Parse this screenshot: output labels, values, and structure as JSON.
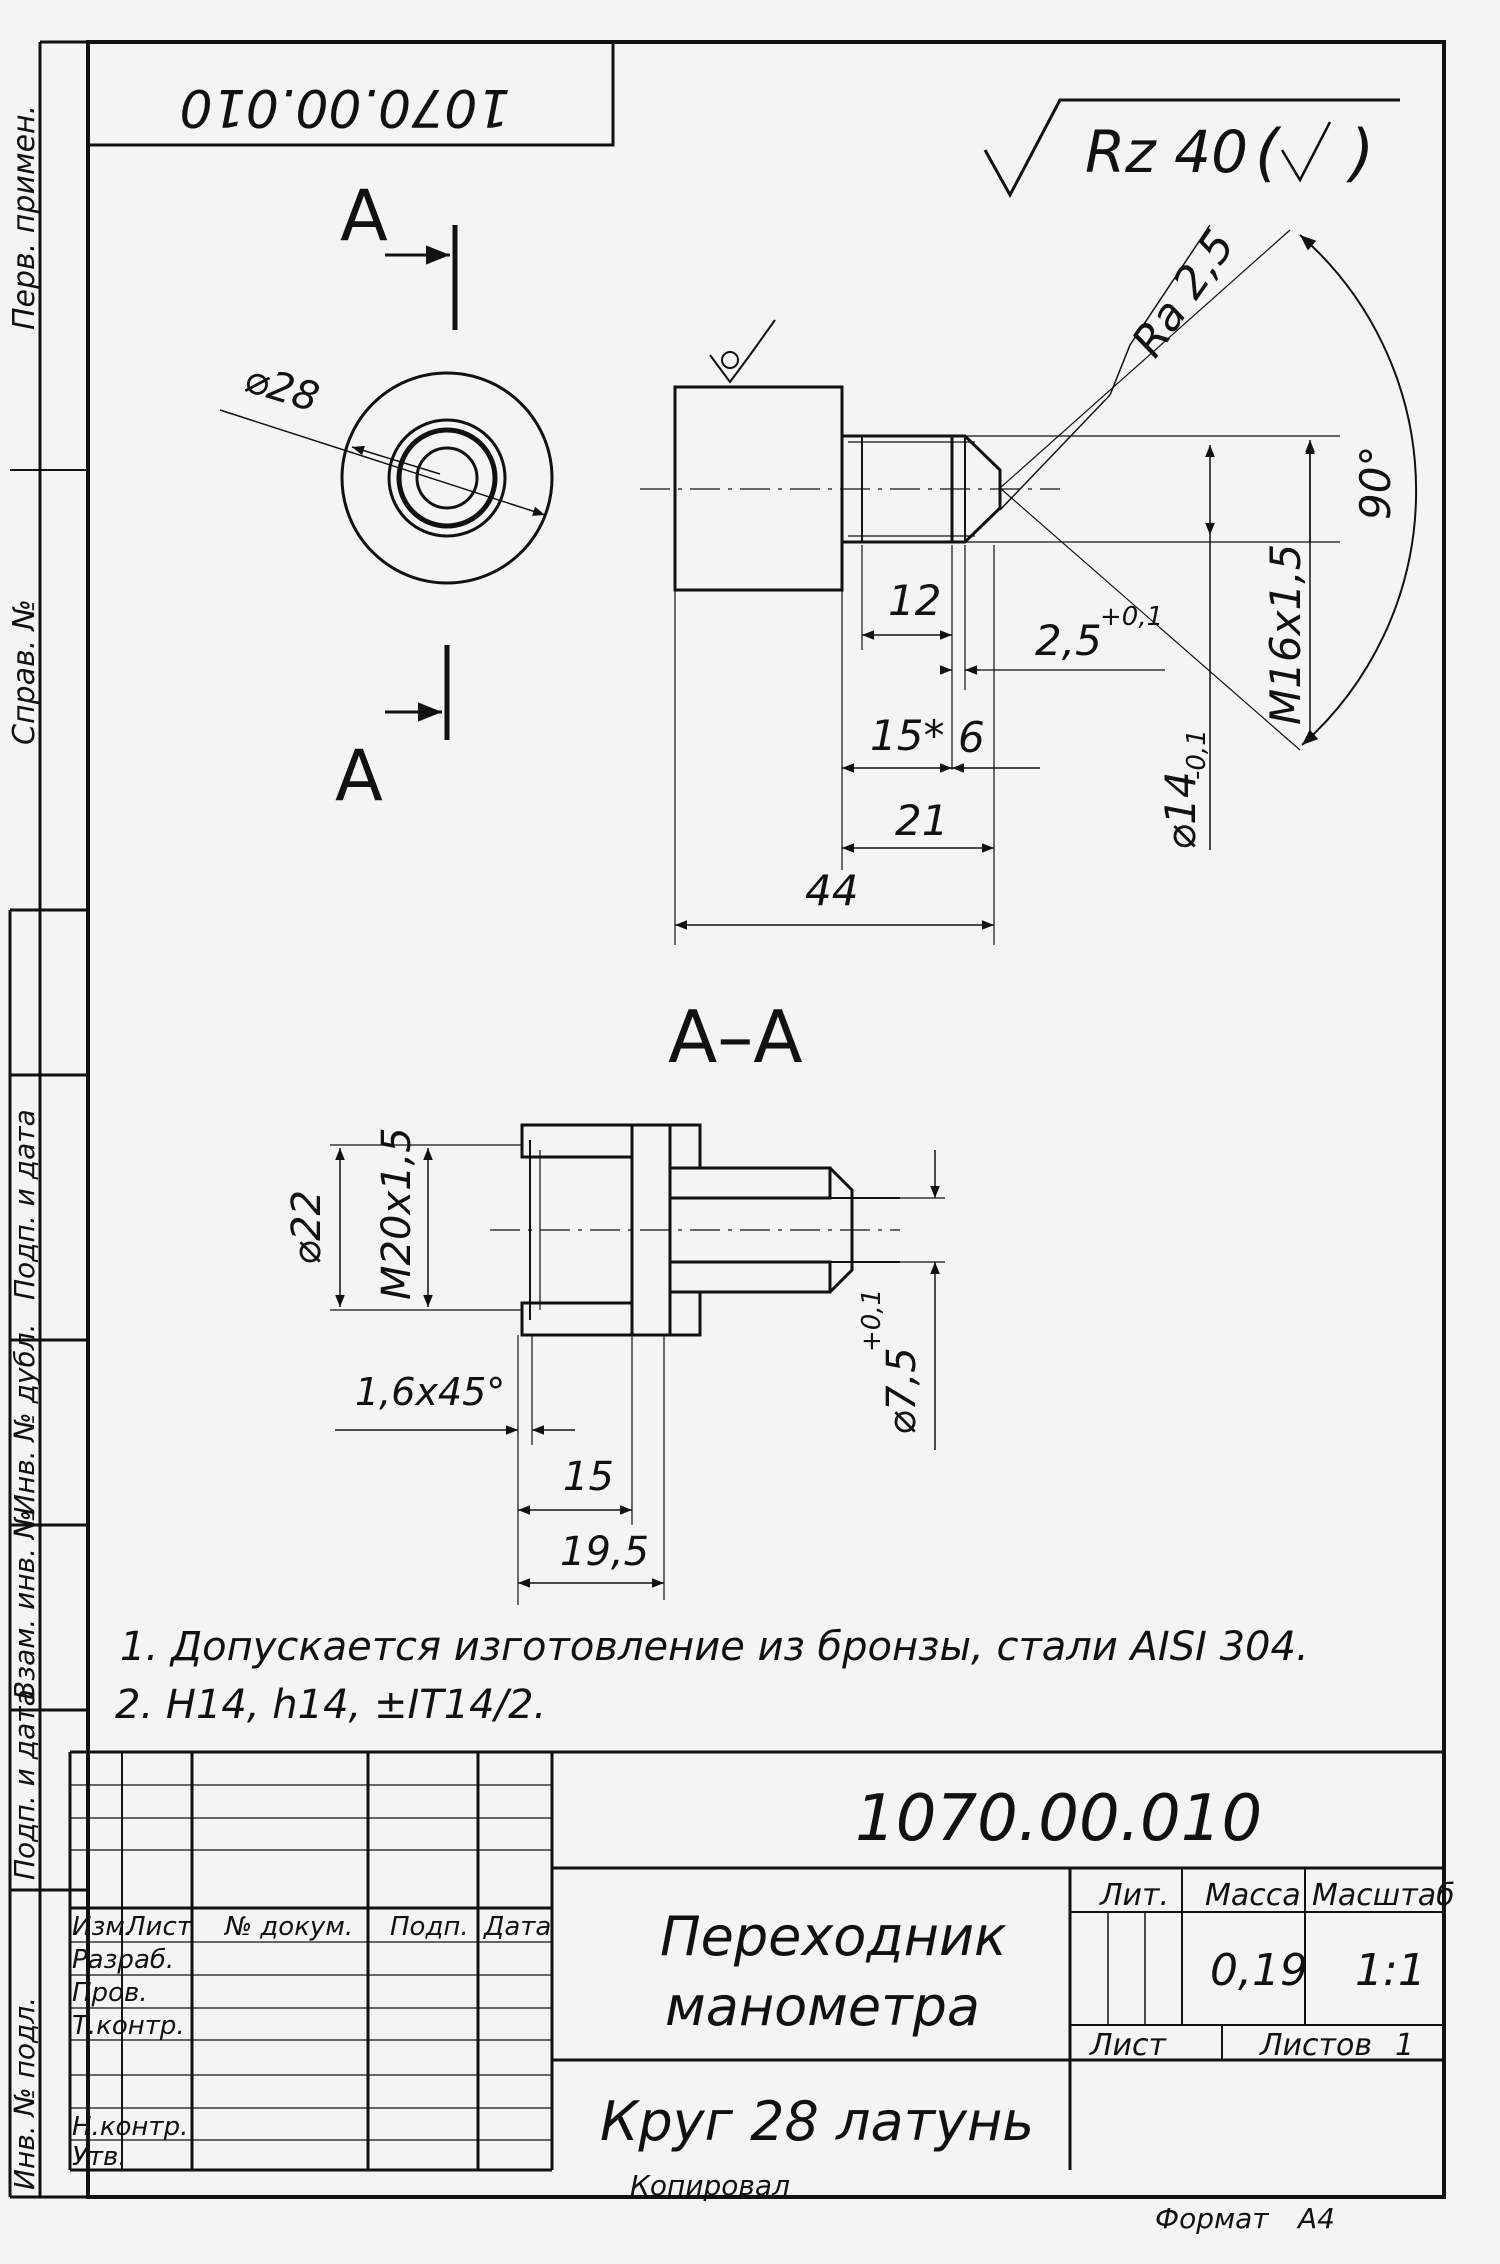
{
  "sheet": {
    "top_stamp": "1070.00.010",
    "roughness_general": "Rz 40",
    "roughness_surface": "Ra 2,5"
  },
  "left_margin": {
    "perv_primen": "Перв. примен.",
    "sprav_no": "Справ. №",
    "podp_data": "Подп. и дата",
    "inv_dubl": "Инв. № дубл.",
    "vzam_inv": "Взам. инв. №",
    "podp_data_2": "Подп. и дата",
    "inv_podl": "Инв. № подл."
  },
  "main_view": {
    "section_letter_top": "А",
    "section_letter_bottom": "А",
    "dims": {
      "d28": "⌀28",
      "d12": "12",
      "d25": "2,5",
      "d25_tol": "+0,1",
      "d15": "15*",
      "d6": "6",
      "d21": "21",
      "d44": "44",
      "d14": "⌀14",
      "d14_tol": "-0,1",
      "thread": "M16x1,5",
      "angle": "90°"
    }
  },
  "section_view": {
    "title": "А–А",
    "dims": {
      "d22": "⌀22",
      "thread": "M20x1,5",
      "chamfer": "1,6x45°",
      "d15": "15",
      "d195": "19,5",
      "d75": "⌀7,5",
      "d75_tol": "+0,1"
    }
  },
  "notes": [
    "1. Допускается изготовление из бронзы, стали AISI 304.",
    "2. H14, h14, ±IT14/2."
  ],
  "title_block": {
    "designation": "1070.00.010",
    "name_line1": "Переходник",
    "name_line2": "манометра",
    "material": "Круг 28 латунь",
    "headers": {
      "lit": "Лит.",
      "massa": "Масса",
      "masshtab": "Масштаб",
      "list": "Лист",
      "listov": "Листов"
    },
    "massa_value": "0,19",
    "masshtab_value": "1:1",
    "listov_value": "1",
    "cols": {
      "izm": "Изм.",
      "list": "Лист",
      "doc": "№ докум.",
      "podp": "Подп.",
      "data": "Дата"
    },
    "roles": {
      "razrab": "Разраб.",
      "prov": "Пров.",
      "tkontr": "Т.контр.",
      "nkontr": "Н.контр.",
      "utv": "Утв."
    }
  },
  "footer": {
    "kopiroval": "Копировал",
    "format_label": "Формат",
    "format_value": "A4"
  }
}
